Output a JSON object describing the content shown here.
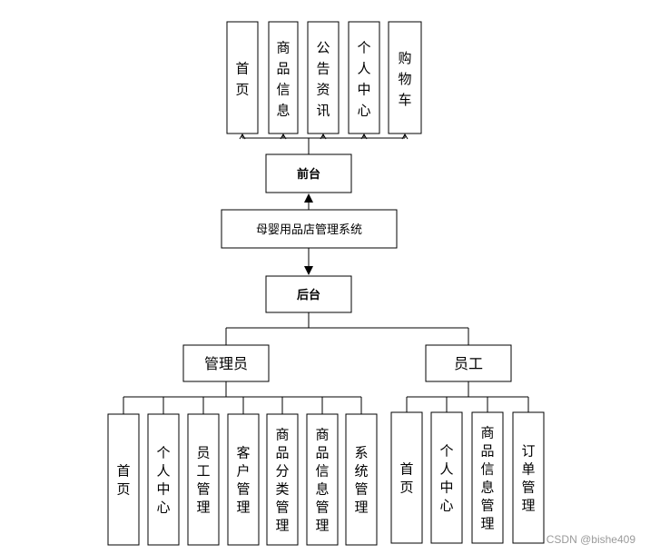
{
  "system": {
    "label": "母婴用品店管理系统"
  },
  "frontend": {
    "label": "前台",
    "modules": [
      "首页",
      "商品信息",
      "公告资讯",
      "个人中心",
      "购物车"
    ]
  },
  "backend": {
    "label": "后台"
  },
  "admin": {
    "label": "管理员",
    "modules": [
      "首页",
      "个人中心",
      "员工管理",
      "客户管理",
      "商品分类管理",
      "商品信息管理",
      "系统管理"
    ]
  },
  "staff": {
    "label": "员工",
    "modules": [
      "首页",
      "个人中心",
      "商品信息管理",
      "订单管理"
    ]
  },
  "watermark": "CSDN @bishe409"
}
